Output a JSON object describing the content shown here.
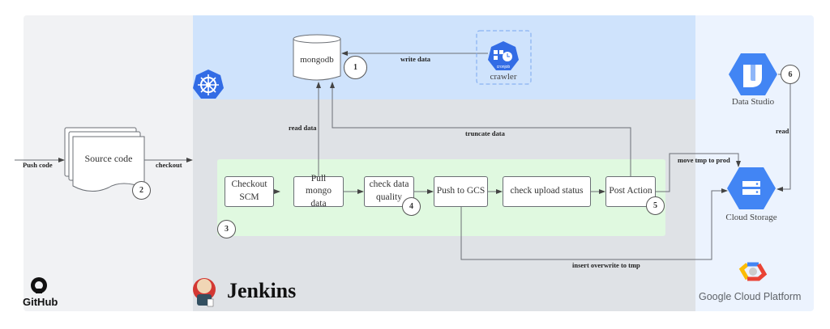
{
  "github": {
    "logo_text": "GitHub",
    "push_label": "Push code",
    "source_label": "Source code",
    "checkout_label": "checkout",
    "step": "2"
  },
  "kubernetes": {
    "mongodb_label": "mongodb",
    "step": "1",
    "write_label": "write data",
    "crawler_label": "crawler",
    "cronjob_text": "cronjob"
  },
  "jenkins": {
    "logo_text": "Jenkins",
    "read_label": "read data",
    "truncate_label": "truncate data",
    "insert_label": "insert overwrite to tmp",
    "move_label": "move tmp to prod",
    "pipeline_step": "3",
    "stages": [
      {
        "label": "Checkout SCM"
      },
      {
        "label": "Pull mongo data"
      },
      {
        "label": "check data quality",
        "step": "4"
      },
      {
        "label": "Push to GCS"
      },
      {
        "label": "check upload status"
      },
      {
        "label": "Post Action",
        "step": "5"
      }
    ]
  },
  "gcp": {
    "logo_text": "Google Cloud Platform",
    "data_studio_label": "Data Studio",
    "step": "6",
    "read_label": "read",
    "storage_label": "Cloud Storage"
  },
  "colors": {
    "github_panel": "#f1f2f4",
    "k8s_panel": "#cfe3fc",
    "jenkins_panel": "#dfe2e6",
    "gcp_panel": "#ecf3fe",
    "pipeline": "#e0f9e0",
    "gcp_blue": "#4285f4"
  }
}
